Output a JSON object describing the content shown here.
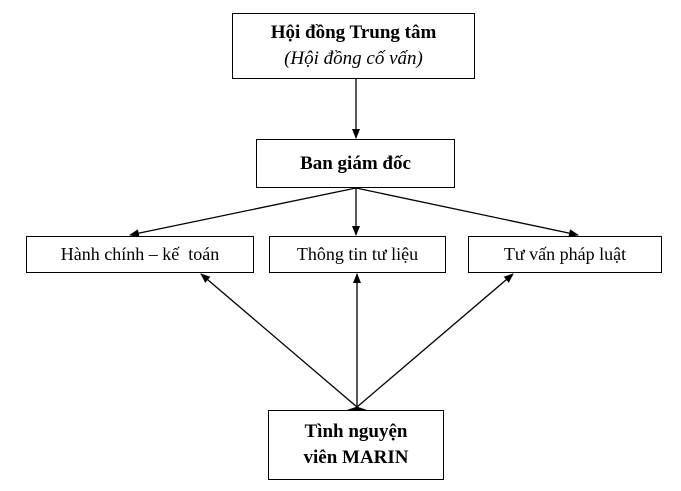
{
  "nodes": {
    "council": {
      "title": "Hội đồng Trung tâm",
      "subtitle": "(Hội đồng cố vấn)"
    },
    "board": {
      "label": "Ban giám đốc"
    },
    "admin": {
      "label": "Hành chính – kế  toán"
    },
    "info": {
      "label": "Thông tin tư liệu"
    },
    "legal": {
      "label": "Tư vấn pháp luật"
    },
    "volunteer": {
      "line1": "Tình nguyện",
      "line2": "viên MARIN"
    }
  },
  "colors": {
    "line": "#000000",
    "background": "#ffffff"
  }
}
